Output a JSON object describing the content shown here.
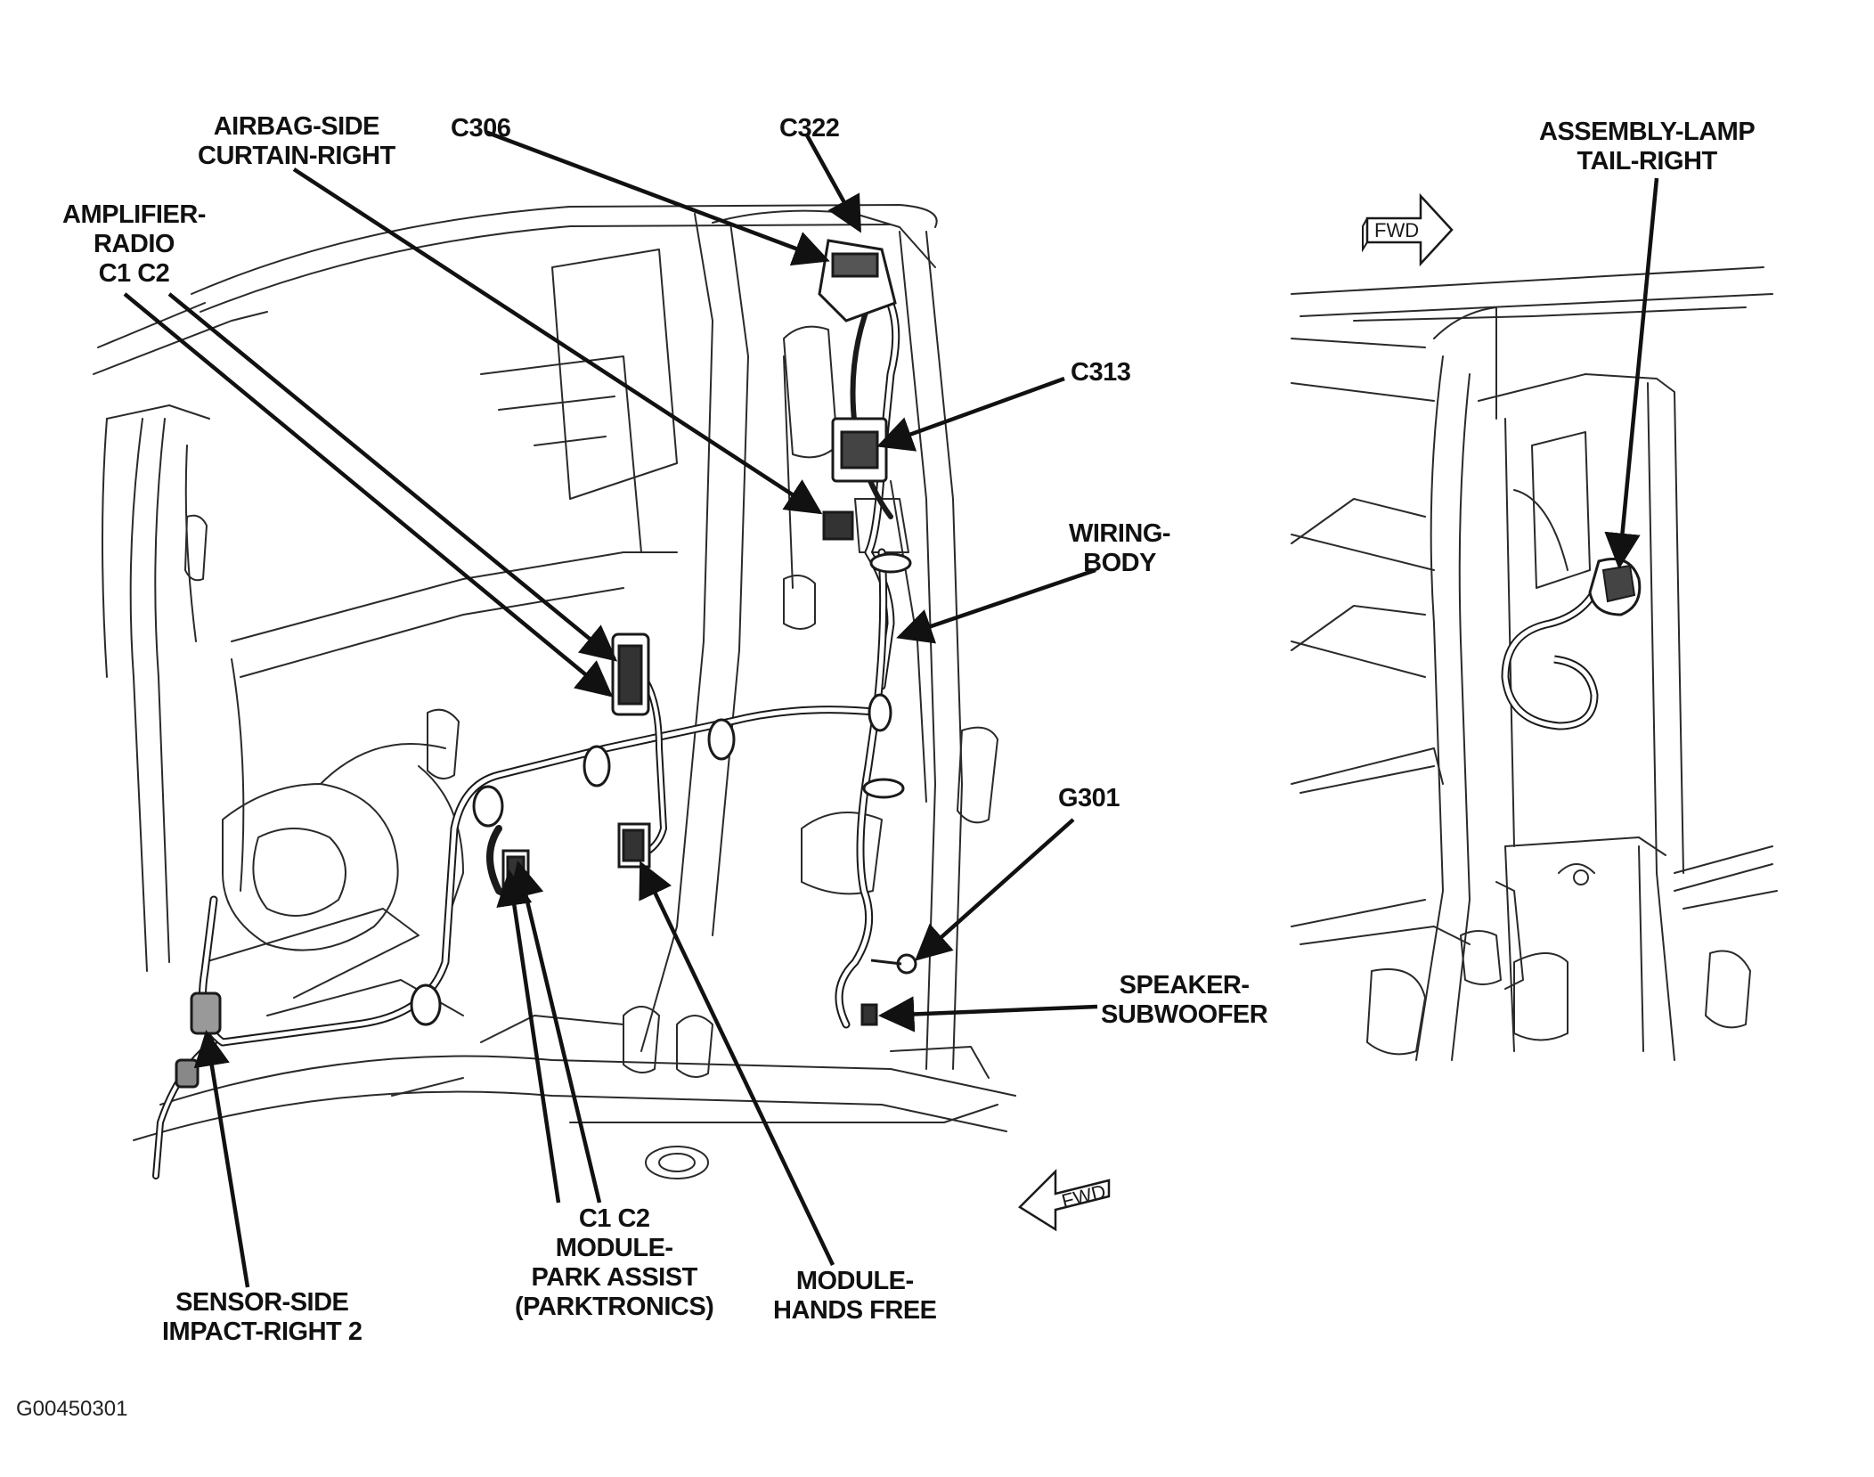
{
  "labels": {
    "airbag_side_curtain_right": [
      "AIRBAG-SIDE",
      "CURTAIN-RIGHT"
    ],
    "c306": "C306",
    "c322": "C322",
    "amplifier_radio": [
      "AMPLIFIER-",
      "RADIO",
      "C1  C2"
    ],
    "c313": "C313",
    "wiring_body": [
      "WIRING-",
      "BODY"
    ],
    "g301": "G301",
    "speaker_subwoofer": [
      "SPEAKER-",
      "SUBWOOFER"
    ],
    "sensor_side_impact": [
      "SENSOR-SIDE",
      "IMPACT-RIGHT 2"
    ],
    "module_park_assist": [
      "C1  C2",
      "MODULE-",
      "PARK ASSIST",
      "(PARKTRONICS)"
    ],
    "module_hands_free": [
      "MODULE-",
      "HANDS FREE"
    ],
    "assembly_lamp_tail_right": [
      "ASSEMBLY-LAMP",
      "TAIL-RIGHT"
    ]
  },
  "fwd_marker": "FWD",
  "figure_id": "G00450301",
  "colors": {
    "ink": "#111111",
    "line_art": "#2a2a2a",
    "background": "#ffffff"
  }
}
